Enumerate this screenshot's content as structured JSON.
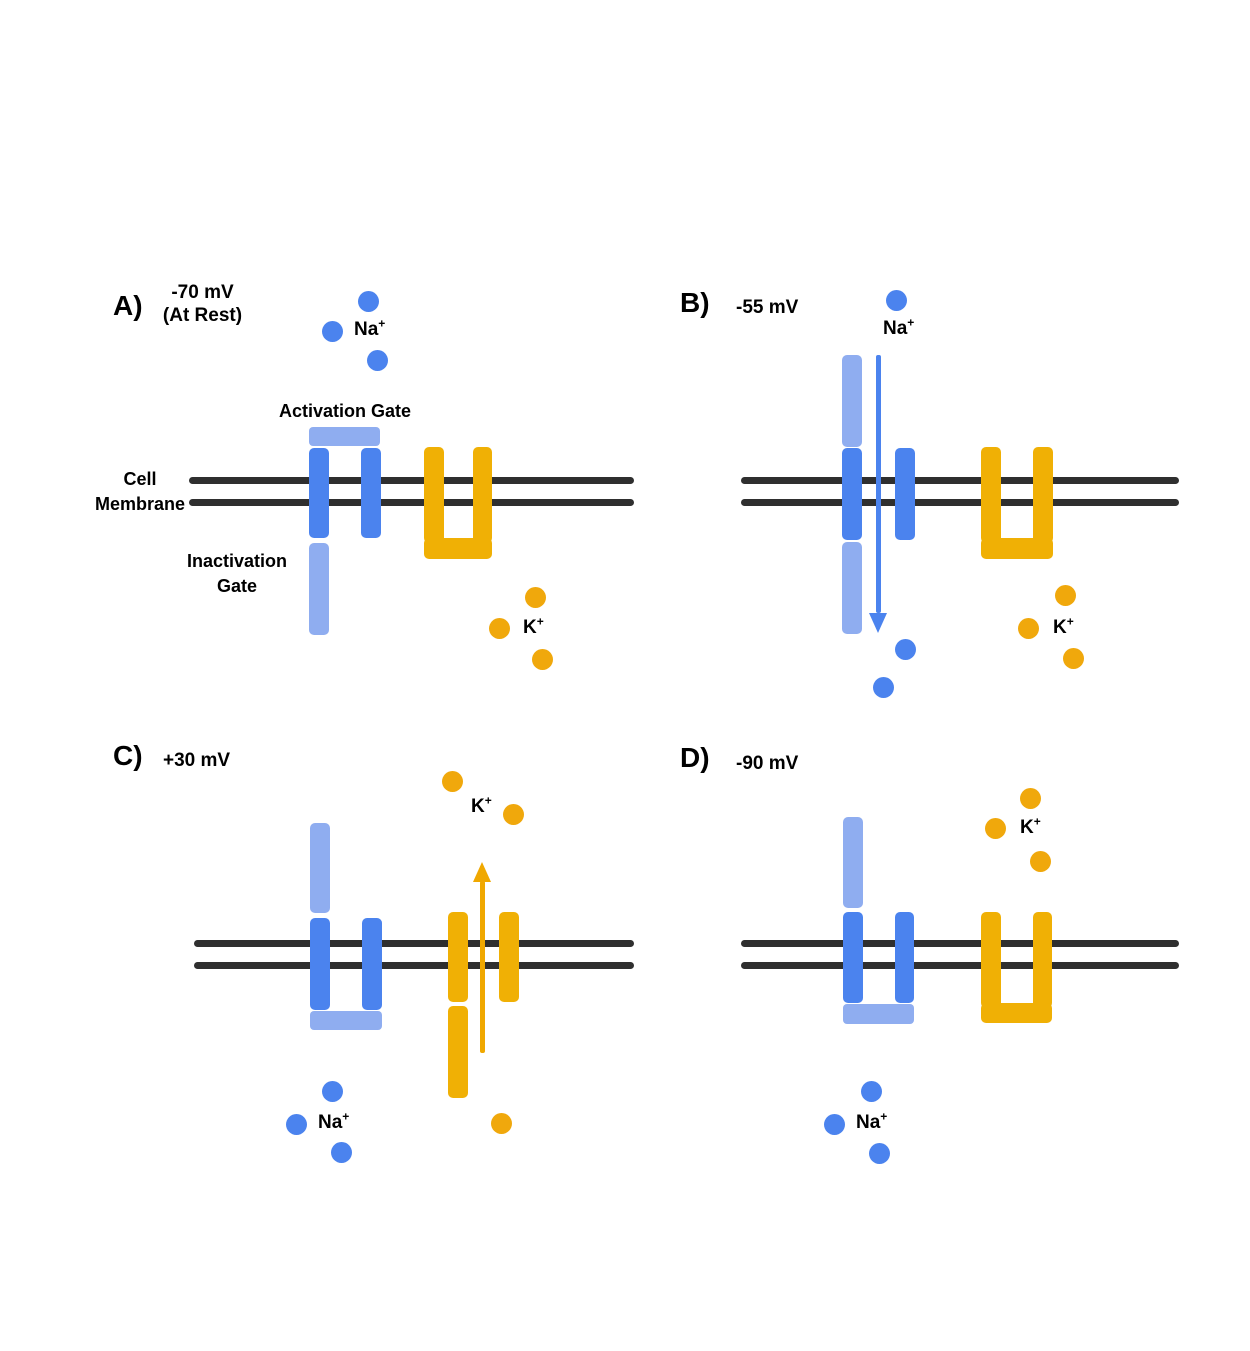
{
  "colors": {
    "na_channel_blue": "#4b83ee",
    "gate_light_blue": "#8fadf0",
    "k_channel_gold": "#f0b005",
    "k_ion_gold": "#f0a80c",
    "na_ion_blue": "#4b83ee",
    "na_arrow_blue": "#4b83ee",
    "k_arrow_gold": "#f0a800",
    "membrane_dark": "#2f2f2f",
    "text_black": "#000000"
  },
  "shared_labels": {
    "cell_membrane": "Cell Membrane",
    "activation_gate": "Activation Gate",
    "inactivation_gate": "Inactivation Gate",
    "na_symbol": "Na",
    "k_symbol": "K",
    "ion_charge": "+"
  },
  "panels": {
    "a": {
      "letter": "A)",
      "voltage": "-70 mV",
      "voltage_note": "(At Rest)",
      "na_ions_extracellular": 3,
      "k_ions_intracellular": 3
    },
    "b": {
      "letter": "B)",
      "voltage": "-55 mV",
      "na_ions_extracellular": 1,
      "na_ions_entering": 2,
      "k_ions_intracellular": 3,
      "na_flow_arrow": "inward-down"
    },
    "c": {
      "letter": "C)",
      "voltage": "+30 mV",
      "k_ions_extracellular": 2,
      "k_ions_intracellular": 1,
      "na_ions_intracellular": 3,
      "k_flow_arrow": "outward-up"
    },
    "d": {
      "letter": "D)",
      "voltage": "-90 mV",
      "k_ions_extracellular": 3,
      "na_ions_intracellular": 3
    }
  }
}
